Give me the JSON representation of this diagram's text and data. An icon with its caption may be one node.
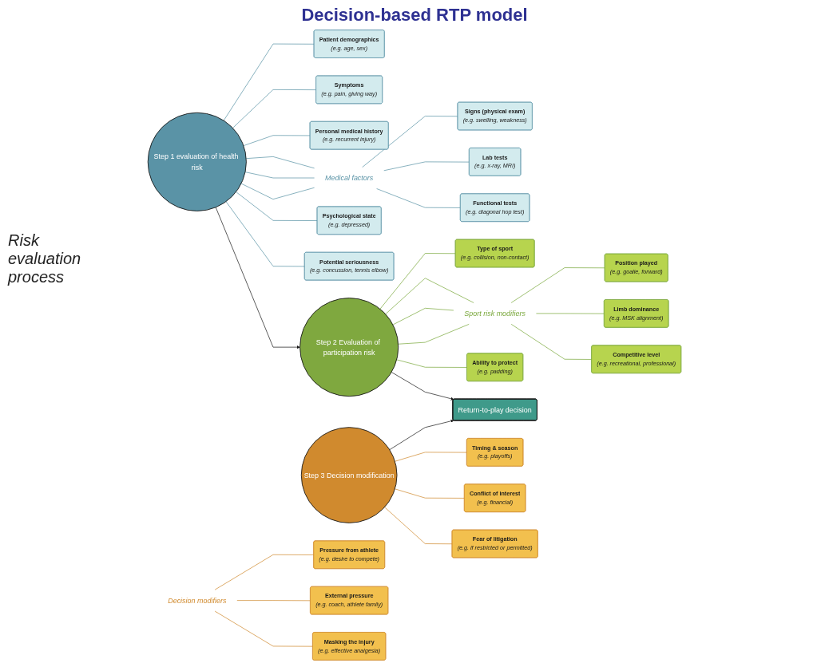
{
  "diagram": {
    "title": "Decision-based RTP model",
    "nodes": [
      {
        "text": [
          "Step 1 evaluation of health risk"
        ]
      },
      {
        "text": [
          "Medical factors"
        ]
      },
      {
        "text": [
          "Patient demographics",
          "(e.g. age, sex)"
        ]
      },
      {
        "text": [
          "Symptoms",
          "(e.g. pain, giving way)"
        ]
      },
      {
        "text": [
          "Personal medical history",
          "(e.g. recurrent injury)"
        ]
      },
      {
        "text": [
          "Signs (physical exam)",
          "(e.g. swelling, weakness)"
        ]
      },
      {
        "text": [
          "Lab tests",
          "(e.g. x-ray, MRI)"
        ]
      },
      {
        "text": [
          "Functional tests",
          "(e.g. diagonal hop test)"
        ]
      },
      {
        "text": [
          "Psychological state",
          "(e.g. depressed)"
        ]
      },
      {
        "text": [
          "Potential seriousness",
          "(e.g. concussion, tennis elbow)"
        ]
      },
      {
        "text": [
          "Step 2 Evaluation of participation risk"
        ]
      },
      {
        "text": [
          "Sport risk modifiers"
        ]
      },
      {
        "text": [
          "Type of sport",
          "(e.g. collision, non-contact)"
        ]
      },
      {
        "text": [
          "Position played",
          "(e.g. goalie, forward)"
        ]
      },
      {
        "text": [
          "Limb dominance",
          "(e.g. MSK alignment)"
        ]
      },
      {
        "text": [
          "Competitive level",
          "(e.g. recreational, professional)"
        ]
      },
      {
        "text": [
          "Ability to protect",
          "(e.g. padding)"
        ]
      },
      {
        "text": [
          "Step 3 Decision modification"
        ]
      },
      {
        "text": [
          "Decision modifiers"
        ]
      },
      {
        "text": [
          "Timing & season",
          "(e.g. playoffs)"
        ]
      },
      {
        "text": [
          "Pressure from athlete",
          "(e.g. desire to compete)"
        ]
      },
      {
        "text": [
          "External pressure",
          "(e.g. coach, athlete family)"
        ]
      },
      {
        "text": [
          "Masking the injury",
          "(e.g. effective analgesia)"
        ]
      },
      {
        "text": [
          "Conflict of interest",
          "(e.g. financial)"
        ]
      },
      {
        "text": [
          "Fear of litigation",
          "(e.g. if restricted or permitted)"
        ]
      },
      {
        "text": [
          "Return-to-play decision"
        ]
      }
    ],
    "edges": [
      {
        "from": 0,
        "to": 2,
        "arrow": "none"
      },
      {
        "from": 0,
        "to": 3,
        "arrow": "none"
      },
      {
        "from": 0,
        "to": 4,
        "arrow": "none"
      },
      {
        "from": 0,
        "to": 1,
        "arrow": "none"
      },
      {
        "from": 0,
        "to": 1,
        "arrow": "none"
      },
      {
        "from": 0,
        "to": 1,
        "arrow": "none"
      },
      {
        "from": 1,
        "to": 5,
        "arrow": "none"
      },
      {
        "from": 1,
        "to": 6,
        "arrow": "none"
      },
      {
        "from": 1,
        "to": 7,
        "arrow": "none"
      },
      {
        "from": 0,
        "to": 8,
        "arrow": "none"
      },
      {
        "from": 0,
        "to": 9,
        "arrow": "none"
      },
      {
        "from": 0,
        "to": 10,
        "arrow": "to",
        "color": "#1a1a1a"
      },
      {
        "from": 10,
        "to": 12,
        "arrow": "none",
        "color": "#7aa83c"
      },
      {
        "from": 10,
        "to": 11,
        "arrow": "none",
        "color": "#7aa83c"
      },
      {
        "from": 10,
        "to": 11,
        "arrow": "none",
        "color": "#7aa83c"
      },
      {
        "from": 10,
        "to": 11,
        "arrow": "none",
        "color": "#7aa83c"
      },
      {
        "from": 11,
        "to": 13,
        "arrow": "none",
        "color": "#7aa83c"
      },
      {
        "from": 11,
        "to": 14,
        "arrow": "none",
        "color": "#7aa83c"
      },
      {
        "from": 11,
        "to": 15,
        "arrow": "none",
        "color": "#7aa83c"
      },
      {
        "from": 10,
        "to": 16,
        "arrow": "none",
        "color": "#7aa83c"
      },
      {
        "from": 10,
        "to": 25,
        "arrow": "to",
        "color": "#1a1a1a"
      },
      {
        "from": 17,
        "to": 25,
        "arrow": "to",
        "color": "#1a1a1a"
      },
      {
        "from": 17,
        "to": 19,
        "arrow": "none",
        "color": "#d08a2e"
      },
      {
        "from": 18,
        "to": 20,
        "arrow": "none",
        "color": "#d08a2e"
      },
      {
        "from": 18,
        "to": 21,
        "arrow": "none",
        "color": "#d08a2e"
      },
      {
        "from": 18,
        "to": 22,
        "arrow": "none",
        "color": "#d08a2e"
      },
      {
        "from": 17,
        "to": 23,
        "arrow": "none",
        "color": "#d08a2e"
      },
      {
        "from": 17,
        "to": 24,
        "arrow": "none",
        "color": "#d08a2e"
      }
    ],
    "labels": [
      "Risk evaluation process"
    ]
  }
}
